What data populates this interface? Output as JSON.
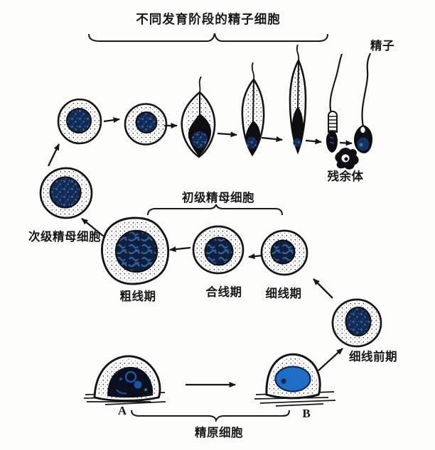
{
  "figure": {
    "title": "不同发育阶段的精子细胞",
    "labels": {
      "sperm": "精子",
      "residual_body": "残余体",
      "secondary_spermatocyte": "次级精母细胞",
      "primary_spermatocyte": "初级精母细胞",
      "pachytene": "粗线期",
      "zygotene": "合线期",
      "leptotene": "细线期",
      "preleptotene": "细线前期",
      "spermatogonium": "精原细胞",
      "cell_a": "A",
      "cell_b": "B"
    },
    "colors": {
      "ink": "#181818",
      "nucleus_dark": "#132a4e",
      "chromatin_blue": "#2e63a4",
      "bright_blue": "#1e6ec5",
      "background": "#fcfcfb"
    }
  }
}
